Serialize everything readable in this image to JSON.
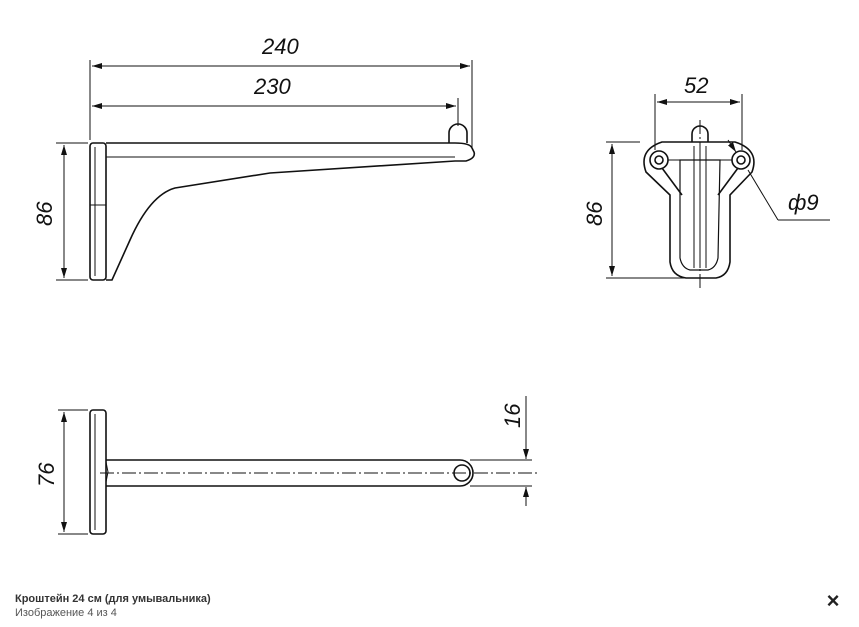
{
  "caption": {
    "title": "Кроштейн 24 см (для умывальника)",
    "counter": "Изображение 4 из 4"
  },
  "close_icon": "×",
  "drawing": {
    "dims": {
      "length_overall": "240",
      "length_arm": "230",
      "height_side": "86",
      "width_front": "52",
      "height_front": "86",
      "hole_diameter": "ф9",
      "base_width_top": "76",
      "end_width_top": "16"
    }
  }
}
